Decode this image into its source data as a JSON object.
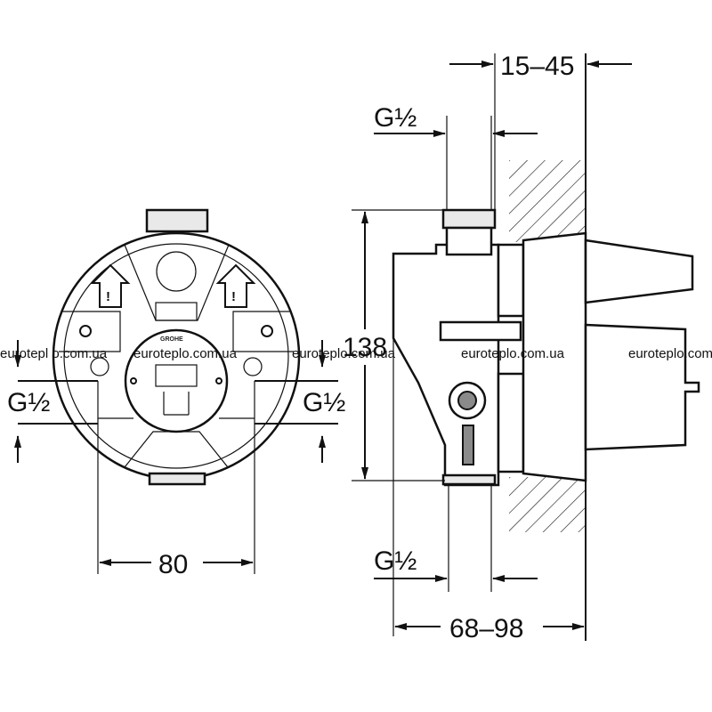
{
  "dimensions": {
    "top_range": "15–45",
    "top_thread": "G½",
    "height": "138",
    "left_thread": "G½",
    "right_thread": "G½",
    "width": "80",
    "bottom_thread": "G½",
    "bottom_range": "68–98"
  },
  "brand_label": "GROHE",
  "watermarks": [
    "eurotepl o.com.ua",
    "euroteplo.com.ua",
    "euroteplo.com.ua",
    "euroteplo.com.ua",
    "euroteplo.com.ua"
  ]
}
